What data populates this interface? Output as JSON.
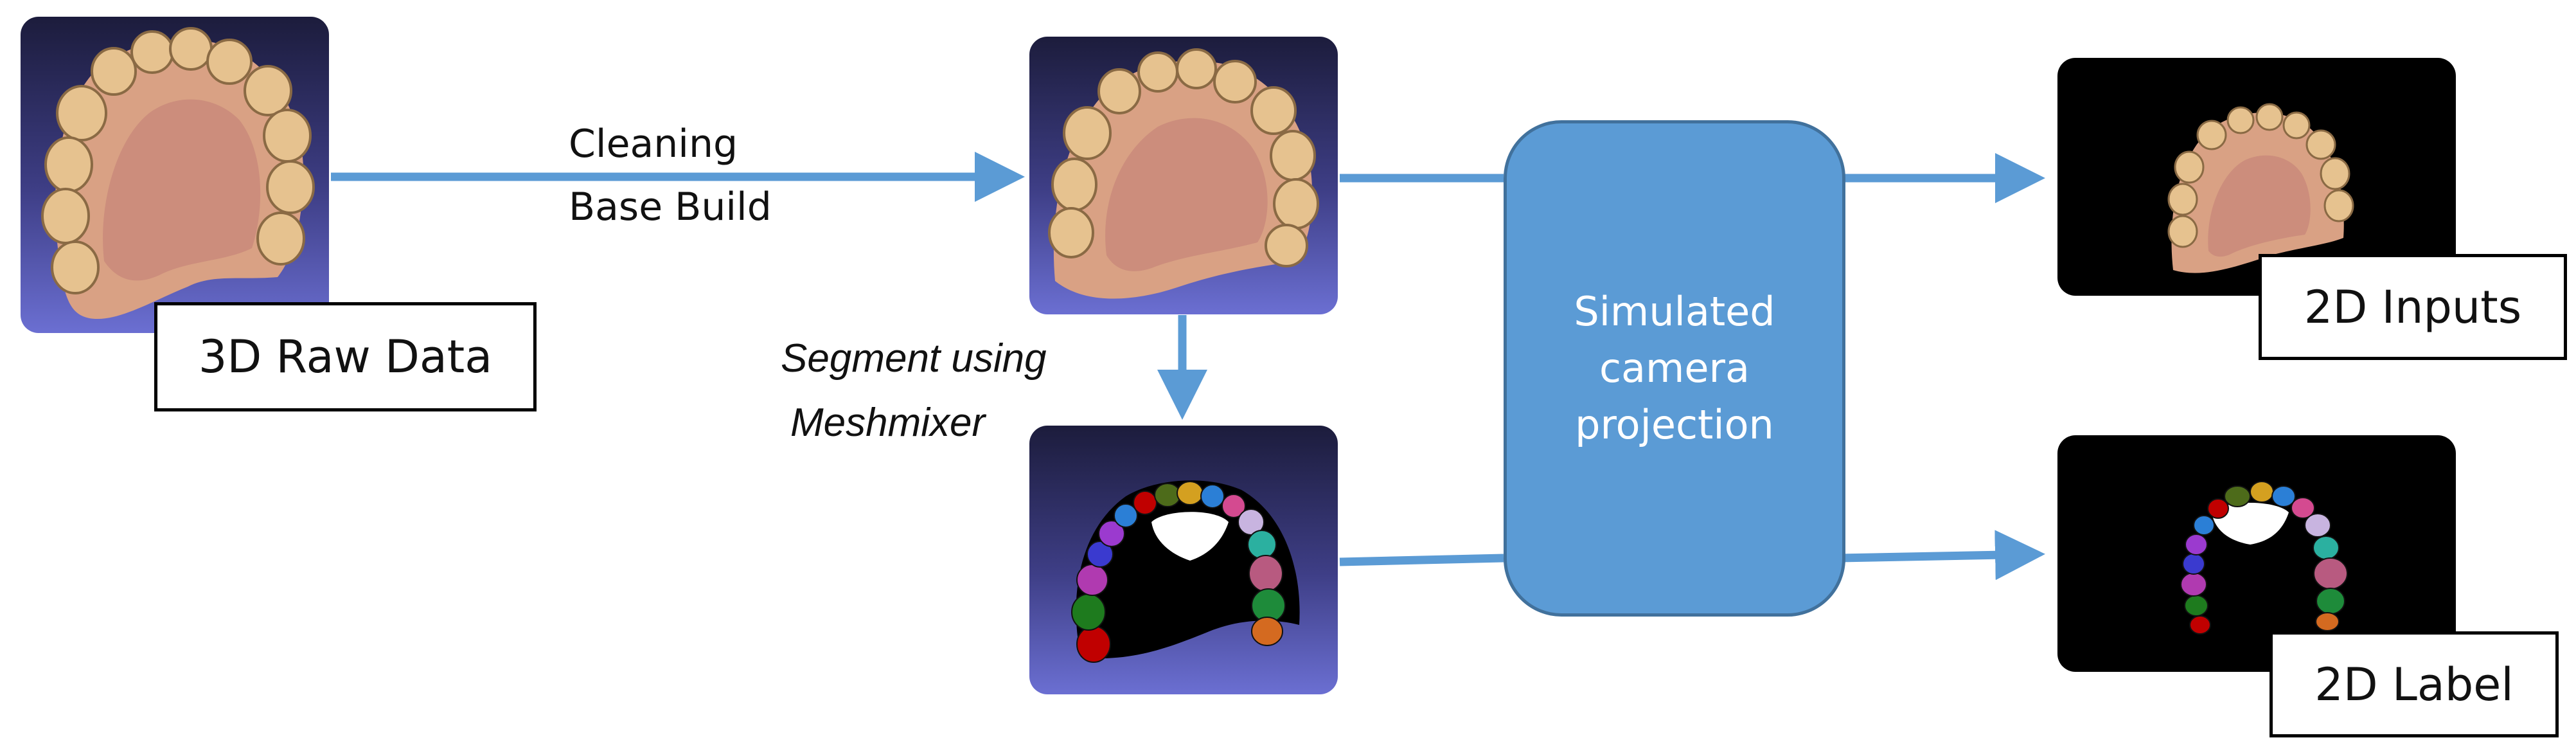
{
  "nodes": {
    "raw": {
      "label": "3D Raw Data"
    },
    "process": {
      "lines": [
        "Simulated",
        "camera",
        "projection"
      ]
    },
    "inputs": {
      "label": "2D Inputs"
    },
    "label2d": {
      "label": "2D Label"
    }
  },
  "edges": {
    "clean": {
      "lines": [
        "Cleaning",
        "Base Build"
      ]
    },
    "segment": {
      "lines": [
        "Segment using",
        "Meshmixer"
      ]
    }
  },
  "colors": {
    "arrow": "#5b9bd5",
    "process_fill": "#5b9bd5",
    "process_border": "#41719c"
  }
}
